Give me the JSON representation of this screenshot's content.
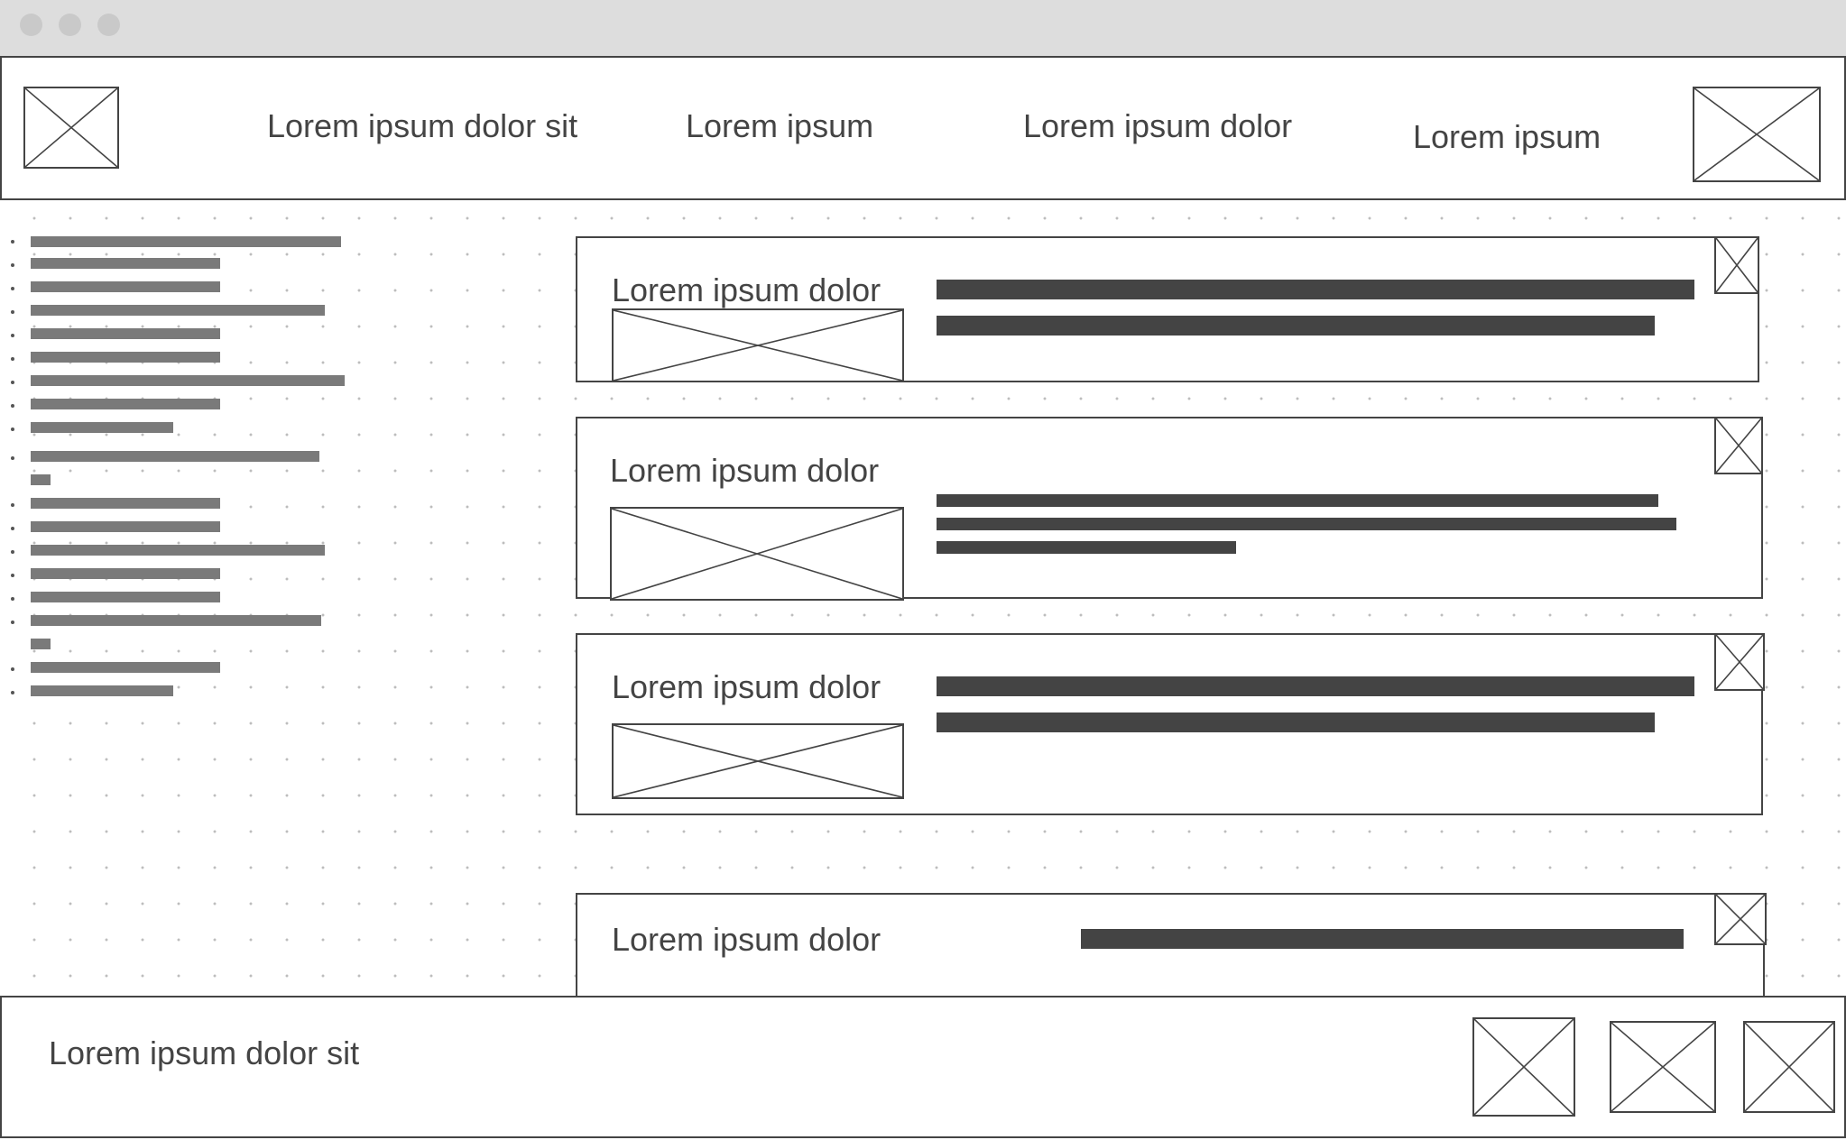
{
  "window": {
    "controls": [
      "close-dot",
      "minimize-dot",
      "maximize-dot"
    ]
  },
  "header": {
    "nav": [
      "Lorem ipsum dolor sit",
      "Lorem ipsum",
      "Lorem ipsum dolor",
      "Lorem ipsum"
    ]
  },
  "cards": [
    {
      "title": "Lorem ipsum dolor"
    },
    {
      "title": "Lorem ipsum dolor"
    },
    {
      "title": "Lorem ipsum dolor"
    },
    {
      "title": "Lorem ipsum dolor"
    }
  ],
  "footer": {
    "text": "Lorem ipsum dolor sit"
  },
  "colors": {
    "titlebar": "#dddddd",
    "stroke": "#444444",
    "text_placeholder": "#444444",
    "sidebar_placeholder": "#7a7a7a"
  }
}
